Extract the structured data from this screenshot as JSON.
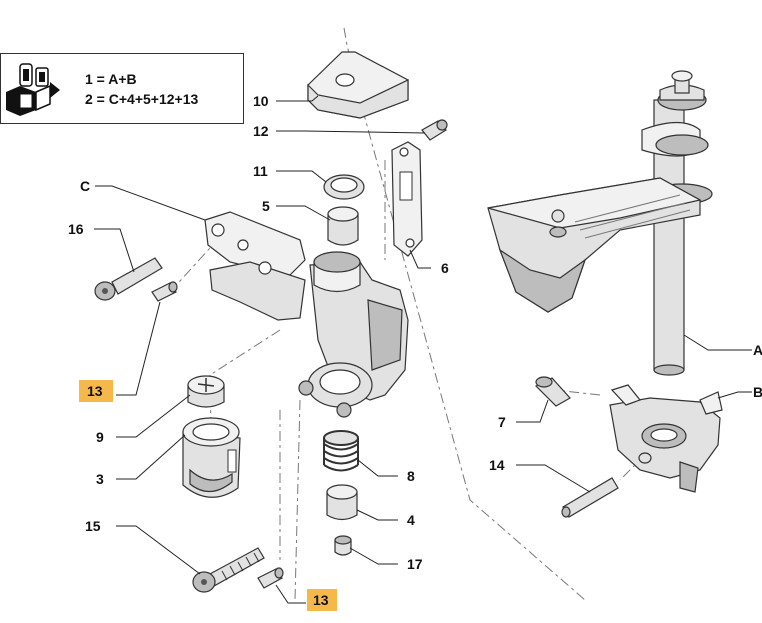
{
  "legend": {
    "icon": "assembly-kit-icon",
    "line1": "1 = A+B",
    "line2": "2 = C+4+5+12+13"
  },
  "callouts": {
    "p10": "10",
    "p12": "12",
    "p11": "11",
    "p5": "5",
    "pC": "C",
    "p16": "16",
    "p6": "6",
    "p13a": "13",
    "p9": "9",
    "p3": "3",
    "p8": "8",
    "p15": "15",
    "p4": "4",
    "p17": "17",
    "p13b": "13",
    "pA": "A",
    "pB": "B",
    "p7": "7",
    "p14": "14"
  },
  "colors": {
    "highlight": "#f5b84a"
  }
}
